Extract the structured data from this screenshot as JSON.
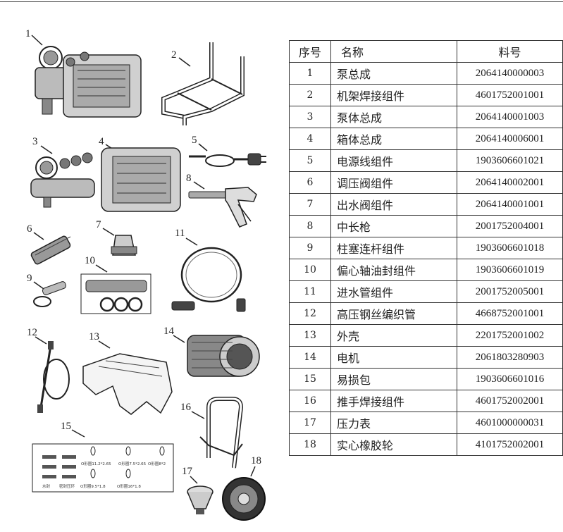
{
  "table": {
    "headers": {
      "no": "序号",
      "name": "名称",
      "code": "料号"
    },
    "rows": [
      {
        "no": "1",
        "name": "泵总成",
        "code": "2064140000003"
      },
      {
        "no": "2",
        "name": "机架焊接组件",
        "code": "4601752001001"
      },
      {
        "no": "3",
        "name": "泵体总成",
        "code": "2064140001003"
      },
      {
        "no": "4",
        "name": "箱体总成",
        "code": "2064140006001"
      },
      {
        "no": "5",
        "name": "电源线组件",
        "code": "1903606601021"
      },
      {
        "no": "6",
        "name": "调压阀组件",
        "code": "2064140002001"
      },
      {
        "no": "7",
        "name": "出水阀组件",
        "code": "2064140001001"
      },
      {
        "no": "8",
        "name": "中长枪",
        "code": "2001752004001"
      },
      {
        "no": "9",
        "name": "柱塞连杆组件",
        "code": "1903606601018"
      },
      {
        "no": "10",
        "name": "偏心轴油封组件",
        "code": "1903606601019"
      },
      {
        "no": "11",
        "name": "进水管组件",
        "code": "2001752005001"
      },
      {
        "no": "12",
        "name": "高压钢丝编织管",
        "code": "4668752001001"
      },
      {
        "no": "13",
        "name": "外壳",
        "code": "2201752001002"
      },
      {
        "no": "14",
        "name": "电机",
        "code": "2061803280903"
      },
      {
        "no": "15",
        "name": "易损包",
        "code": "1903606601016"
      },
      {
        "no": "16",
        "name": "推手焊接组件",
        "code": "4601752002001"
      },
      {
        "no": "17",
        "name": "压力表",
        "code": "4601000000031"
      },
      {
        "no": "18",
        "name": "实心橡胶轮",
        "code": "4101752002001"
      }
    ]
  },
  "diagram": {
    "labels": [
      "1",
      "2",
      "3",
      "4",
      "5",
      "6",
      "7",
      "8",
      "9",
      "10",
      "11",
      "12",
      "13",
      "14",
      "15",
      "16",
      "17",
      "18"
    ],
    "kit_labels": {
      "o1": "O形圈11.2*2.65",
      "o2": "O形圈7.5*2.65",
      "o3": "O形圈8*2",
      "o4": "O形圈9.5*1.8",
      "o5": "O形圈16*1.8",
      "seal_a": "水封",
      "seal_b": "密封压环"
    }
  }
}
